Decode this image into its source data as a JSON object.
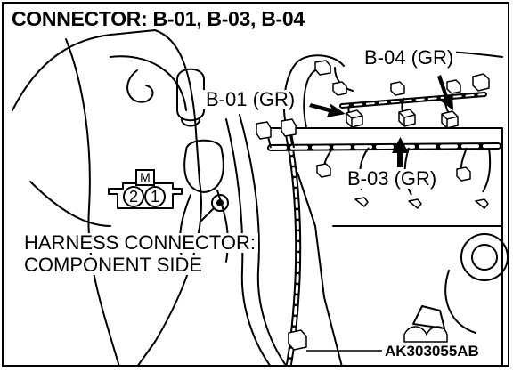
{
  "title": "CONNECTOR: B-01, B-03, B-04",
  "labels": {
    "b04": "B-04 (GR)",
    "b01": "B-01 (GR)",
    "b03": "B-03 (GR)",
    "harness_line1": "HARNESS CONNECTOR:",
    "harness_line2": "COMPONENT SIDE"
  },
  "connector_face": {
    "marker": "M",
    "pins": [
      "2",
      "1"
    ]
  },
  "figure_code": "AK303055AB"
}
